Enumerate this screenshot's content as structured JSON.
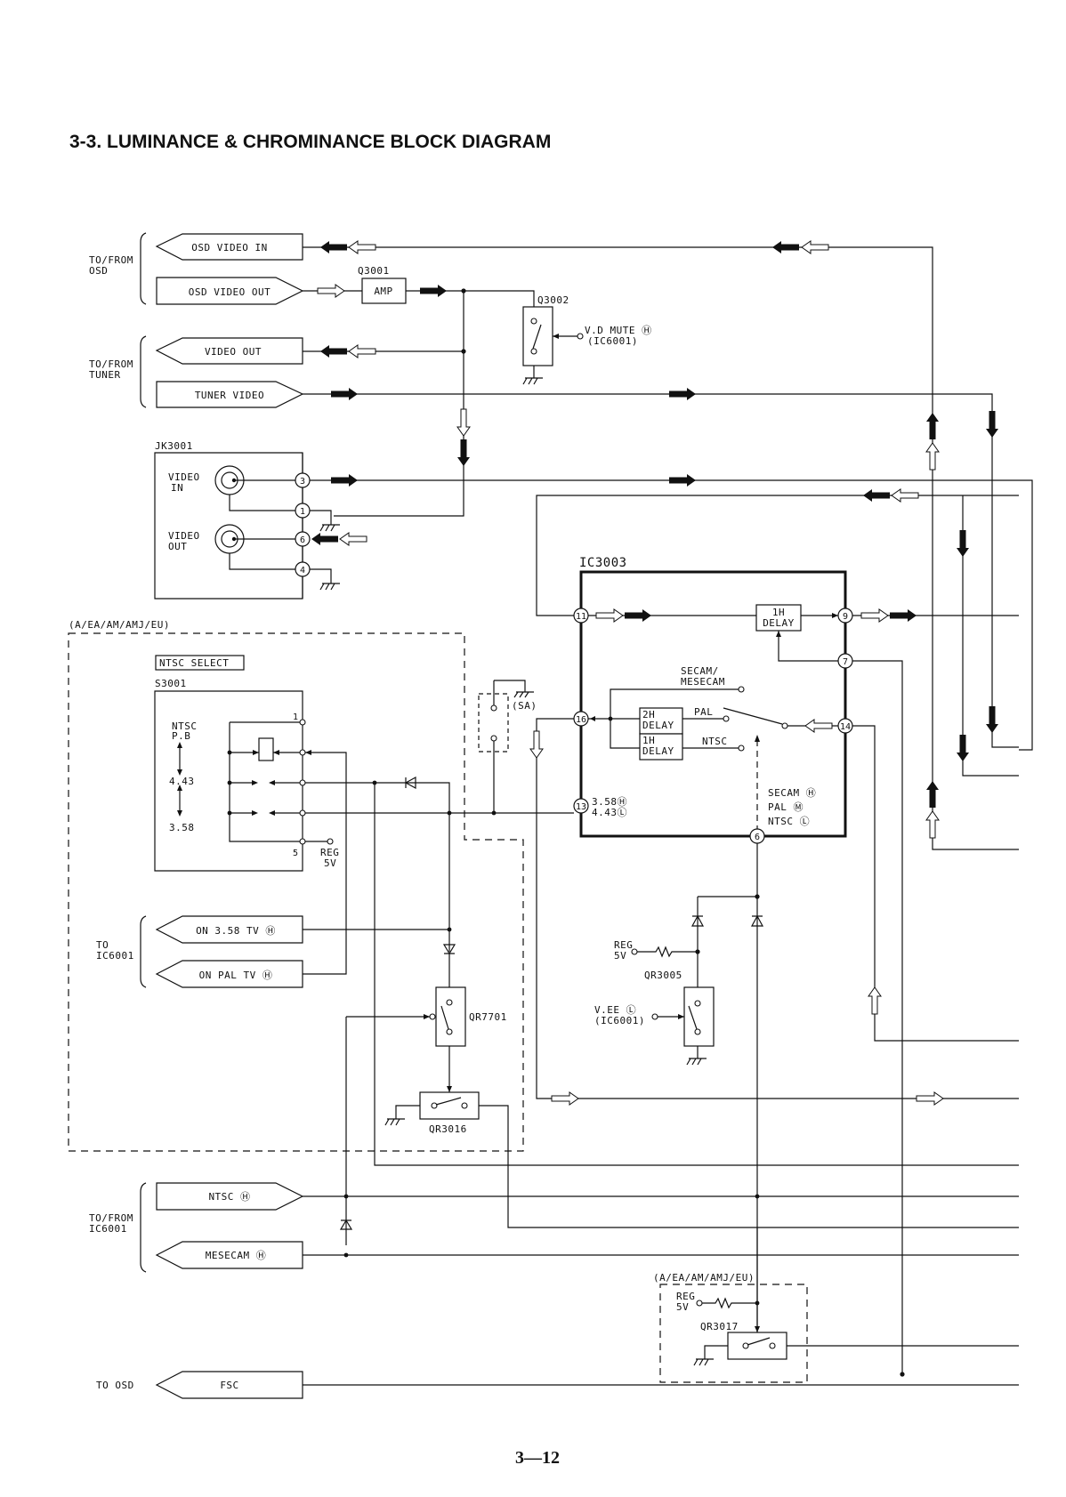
{
  "title": "3-3. LUMINANCE & CHROMINANCE BLOCK DIAGRAM",
  "page_number": "3—12",
  "groups": {
    "osd": "TO/FROM\nOSD",
    "osd_l1": "TO/FROM",
    "osd_l2": "OSD",
    "tuner_l1": "TO/FROM",
    "tuner_l2": "TUNER",
    "ic6001_to_l1": "TO",
    "ic6001_to_l2": "IC6001",
    "ic6001_tofrom_l1": "TO/FROM",
    "ic6001_tofrom_l2": "IC6001",
    "to_osd": "TO  OSD"
  },
  "connectors": {
    "osd_video_in": "OSD VIDEO IN",
    "osd_video_out": "OSD VIDEO OUT",
    "video_out": "VIDEO OUT",
    "tuner_video": "TUNER VIDEO",
    "on_358_tv": "ON 3.58 TV Ⓗ",
    "on_pal_tv": "ON PAL TV Ⓗ",
    "ntsc_h": "NTSC Ⓗ",
    "mesecam_h": "MESECAM Ⓗ",
    "fsc": "FSC"
  },
  "components": {
    "q3001": "Q3001",
    "amp": "AMP",
    "q3002": "Q3002",
    "vd_mute_l1": "V.D MUTE Ⓗ",
    "vd_mute_l2": "(IC6001)",
    "jk3001": "JK3001",
    "video_in_l1": "VIDEO",
    "video_in_l2": "IN",
    "video_out_l1": "VIDEO",
    "video_out_l2": "OUT",
    "region_label": "(A/EA/AM/AMJ/EU)",
    "ntsc_select": "NTSC SELECT",
    "s3001": "S3001",
    "sw_ntsc_l1": "NTSC",
    "sw_ntsc_l2": "P.B",
    "sw_443": "4.43",
    "sw_358": "3.58",
    "reg_l1": "REG",
    "reg_l2": "5V",
    "sa": "(SA)",
    "qr7701": "QR7701",
    "qr3016": "QR3016",
    "ic3003": "IC3003",
    "delay_1h_l1": "1H",
    "delay_l2": "DELAY",
    "delay_2h_l1": "2H",
    "secam_mesecam_l1": "SECAM/",
    "secam_mesecam_l2": "MESECAM",
    "pal": "PAL",
    "ntsc": "NTSC",
    "pin13_l1": "3.58Ⓗ",
    "pin13_l2": "4.43Ⓛ",
    "mode_secam": "SECAM Ⓗ",
    "mode_pal": "PAL   Ⓜ",
    "mode_ntsc": "NTSC  Ⓛ",
    "qr3005": "QR3005",
    "vee_l1": "V.EE Ⓛ",
    "vee_l2": "(IC6001)",
    "qr3017": "QR3017"
  },
  "pins": {
    "jk_3": "3",
    "jk_1": "1",
    "jk_6": "6",
    "jk_4": "4",
    "s_1": "1",
    "s_5": "5",
    "ic_11": "11",
    "ic_9": "9",
    "ic_7": "7",
    "ic_16": "16",
    "ic_14": "14",
    "ic_13": "13",
    "ic_6": "6"
  }
}
